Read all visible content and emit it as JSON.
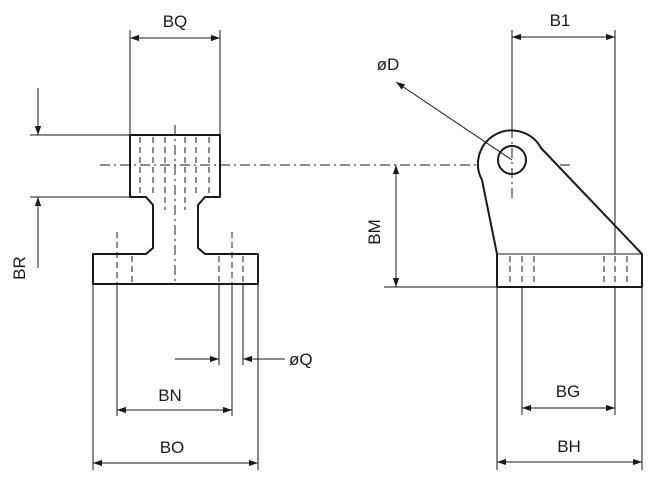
{
  "labels": {
    "bq": "BQ",
    "br": "BR",
    "bn": "BN",
    "bo": "BO",
    "phi_q": "øQ",
    "b1": "B1",
    "phi_d": "øD",
    "bm": "BM",
    "bg": "BG",
    "bh": "BH"
  }
}
